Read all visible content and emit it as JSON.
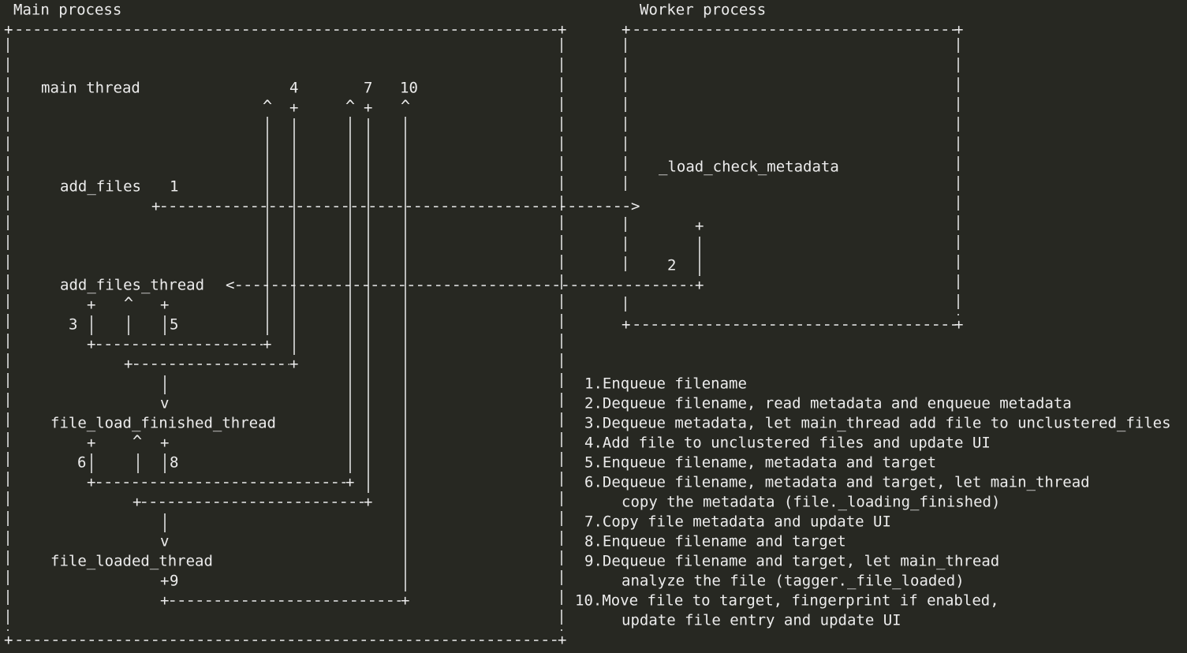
{
  "main_process": {
    "title": "Main process",
    "main_thread": "main thread",
    "add_files": "add_files",
    "add_files_thread": "add_files_thread",
    "file_load_finished_thread": "file_load_finished_thread",
    "file_loaded_thread": "file_loaded_thread"
  },
  "worker_process": {
    "title": "Worker process",
    "load_check_metadata": "_load_check_metadata"
  },
  "step_markers": {
    "s1": "1",
    "s2": "2",
    "s3": "3",
    "s4": "4",
    "s5": "5",
    "s6": "6",
    "s7": "7",
    "s8": "8",
    "s9": "9",
    "s10": "10"
  },
  "legend": [
    "1.Enqueue filename",
    "2.Dequeue filename, read metadata and enqueue metadata",
    "3.Dequeue metadata, let main_thread add file to unclustered_files",
    "4.Add file to unclustered files and update UI",
    "5.Enqueue filename, metadata and target",
    "6.Dequeue filename, metadata and target, let main_thread",
    "copy the metadata (file._loading_finished)",
    "7.Copy file metadata and update UI",
    "8.Enqueue filename and target",
    "9.Dequeue filename and target, let main_thread",
    "analyze the file (tagger._file_loaded)",
    "10.Move file to target, fingerprint if enabled,",
    "update file entry and update UI"
  ]
}
